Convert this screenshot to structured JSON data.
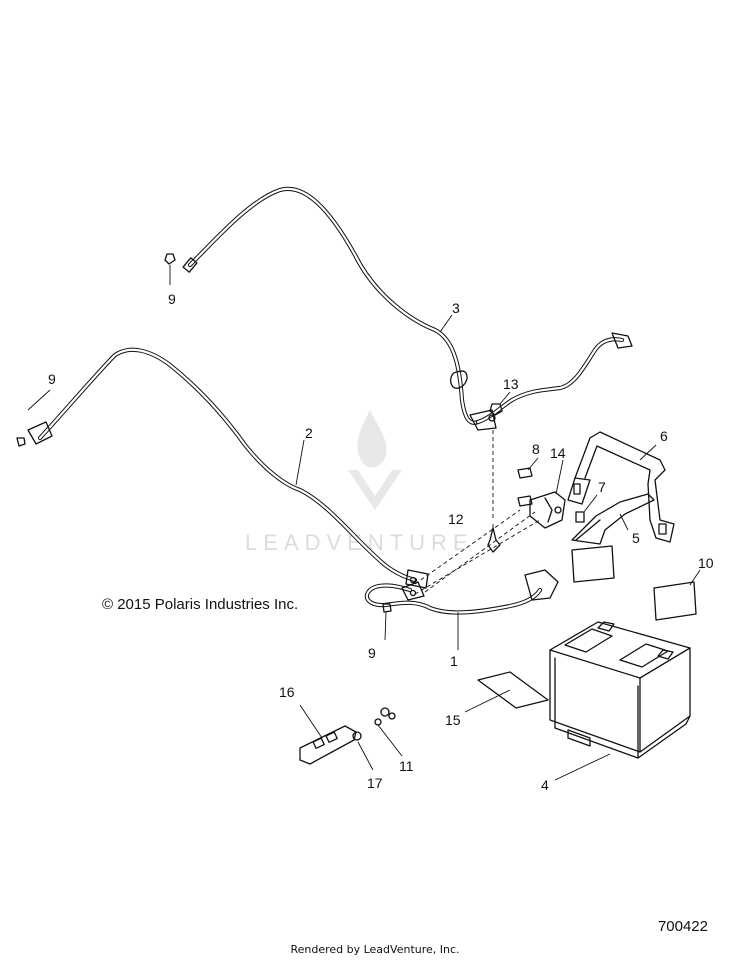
{
  "diagram": {
    "callouts": {
      "c1": "1",
      "c2": "2",
      "c3": "3",
      "c4": "4",
      "c5": "5",
      "c6": "6",
      "c7": "7",
      "c8": "8",
      "c9a": "9",
      "c9b": "9",
      "c9c": "9",
      "c10": "10",
      "c11": "11",
      "c12": "12",
      "c13": "13",
      "c14": "14",
      "c15": "15",
      "c16": "16",
      "c17": "17"
    },
    "watermark": "LEADVENTURE"
  },
  "copyright": "© 2015 Polaris Industries Inc.",
  "figure_number": "700422",
  "footer": "Rendered by LeadVenture, Inc.",
  "colors": {
    "line": "#111111",
    "watermark": "#d9d9d9",
    "background": "#ffffff"
  }
}
